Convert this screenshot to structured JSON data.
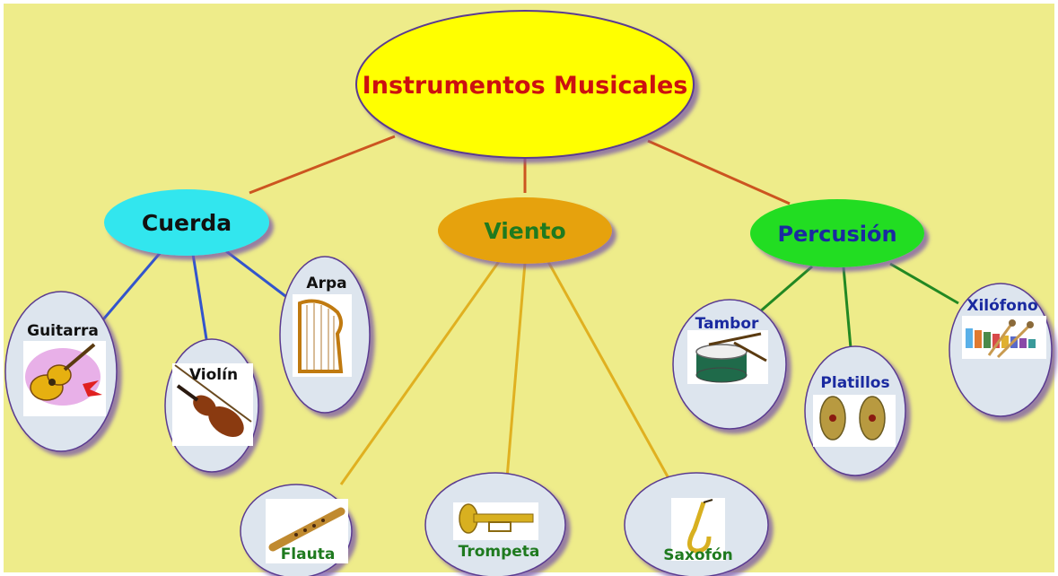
{
  "title": "Instrumentos Musicales",
  "categories": {
    "cuerda": "Cuerda",
    "viento": "Viento",
    "percusion": "Percusión"
  },
  "instruments": {
    "guitarra": "Guitarra",
    "violin": "Violín",
    "arpa": "Arpa",
    "flauta": "Flauta",
    "trompeta": "Trompeta",
    "saxofon": "Saxofón",
    "tambor": "Tambor",
    "platillos": "Platillos",
    "xilofono": "Xilófono"
  },
  "colors": {
    "background": "#eeec8a",
    "root_fill": "#ffff00",
    "root_text": "#cc1010",
    "cuerda_fill": "#33e6ee",
    "viento_fill": "#e6a208",
    "percusion_fill": "#22dd22",
    "instrument_fill": "#dde5ee",
    "cuerda_line": "#3355cc",
    "viento_line": "#e0b020",
    "percusion_line": "#228822",
    "root_line": "#cc5520"
  }
}
